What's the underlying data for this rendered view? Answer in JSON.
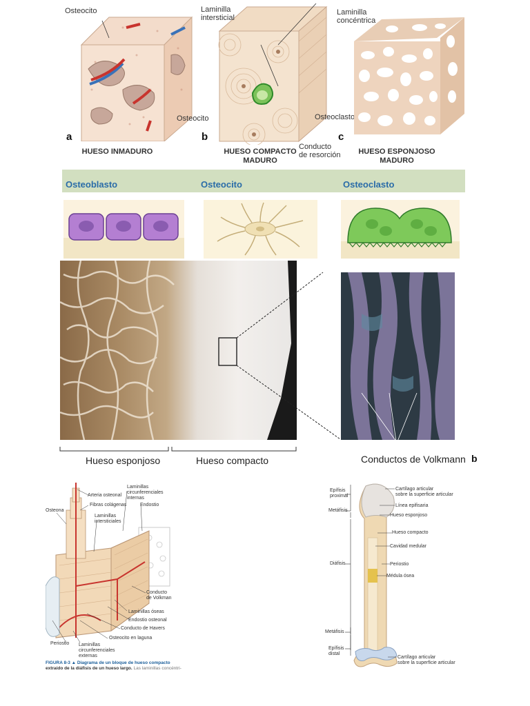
{
  "top_panel": {
    "a": {
      "letter": "a",
      "caption": "HUESO INMADURO",
      "label_osteocito": "Osteocito"
    },
    "b": {
      "letter": "b",
      "caption": "HUESO COMPACTO\nMADURO",
      "label_laminilla_intersticial": "Laminilla\nintersticial",
      "label_laminilla_concentrica": "Laminilla\nconcéntrica",
      "label_osteocito": "Osteocito",
      "label_osteoclasto": "Osteoclasto",
      "label_conducto": "Conducto\nde resorción"
    },
    "c": {
      "letter": "c",
      "caption": "HUESO ESPONJOSO\nMADURO"
    }
  },
  "cells_panel": {
    "titles": [
      "Osteoblasto",
      "Osteocito",
      "Osteoclasto"
    ]
  },
  "photo_panel": {
    "label_esponjoso": "Hueso esponjoso",
    "label_compacto": "Hueso compacto",
    "label_volkmann": "Conductos de Volkmann",
    "letter": "b"
  },
  "bottom_left": {
    "labels": {
      "arteria": "Arteria osteonal",
      "laminillas_circ_int": "Laminillas\ncircunferenciales\ninternas",
      "fibras": "Fibras colágenas",
      "endostio": "Endostio",
      "laminillas_inter": "Laminillas\nintersticiales",
      "osteona": "Osteona",
      "conducto_volkman": "Conducto\nde Volkman",
      "laminillas_oseas": "Laminillas óseas",
      "endostio_osteonal": "Endostio osteonal",
      "conducto_havers": "Conducto de Havers",
      "osteocito_laguna": "Osteocito en laguna",
      "periostio": "Periostio",
      "laminillas_circ_ext": "Laminillas\ncircunferenciales\nexternas"
    },
    "figure_caption": "FIGURA 8-3 ▲ Diagrama de un bloque de hueso compacto",
    "figure_caption2": "extraído de la diáfisis de un hueso largo.",
    "figure_caption_tail": "Las laminillas concéntri-"
  },
  "bottom_right": {
    "labels": {
      "epifisis_proximal": "Epífisis\nproximal",
      "metafisis_top": "Metáfisis",
      "diafisis": "Diáfisis",
      "metafisis_bottom": "Metáfisis",
      "epifisis_distal": "Epífisis\ndistal",
      "cartilago_top": "Cartílago articular\nsobre la superficie articular",
      "linea_epifisaria": "Línea epifisaria",
      "hueso_esponjoso": "Hueso esponjoso",
      "hueso_compacto": "Hueso compacto",
      "cavidad_medular": "Cavidad medular",
      "periostio": "Periostio",
      "medula_osea": "Médula ósea",
      "cartilago_bottom": "Cartílago articular\nsobre la superficie articular"
    }
  }
}
